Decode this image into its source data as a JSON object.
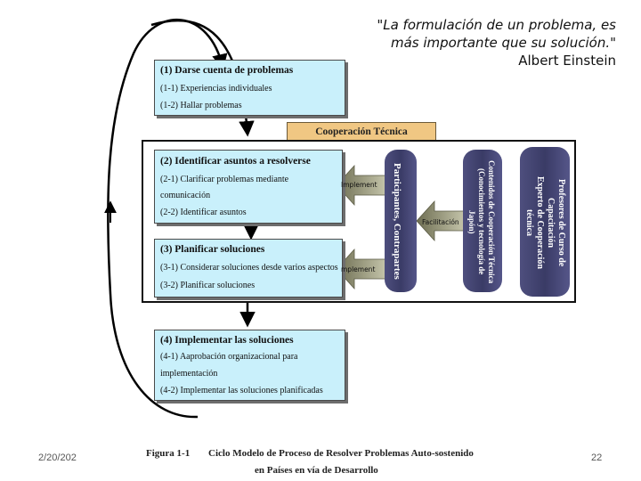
{
  "quote": {
    "line1": "\"La formulación de un problema, es",
    "line2": "más importante que su solución.\"",
    "author": "Albert Einstein"
  },
  "boxes": {
    "b1": {
      "title": "(1) Darse cuenta de problemas",
      "lines": [
        "(1-1) Experiencias individuales",
        "(1-2) Hallar problemas"
      ]
    },
    "b2": {
      "title": "(2) Identificar asuntos a resolverse",
      "lines": [
        "(2-1) Clarificar problemas mediante",
        "comunicación",
        "(2-2) Identificar asuntos"
      ]
    },
    "b3": {
      "title": "(3) Planificar soluciones",
      "lines": [
        "(3-1) Considerar soluciones desde varios aspectos",
        "(3-2) Planificar soluciones"
      ]
    },
    "b4": {
      "title": "(4) Implementar las soluciones",
      "lines": [
        "(4-1) Aaprobación organizacional para",
        "implementación",
        "(4-2) Implementar las soluciones planificadas"
      ]
    }
  },
  "cooperation": {
    "header": "Cooperación Técnica",
    "participants": [
      "Participantes, Contrapartes"
    ],
    "contents": [
      "Contenidos de Cooperación Técnica",
      "(Conocimientos y tecnología de",
      "Japón)"
    ],
    "experts": [
      "Profesores de Curso de",
      "Capacitación",
      "Experto de Cooperación",
      "técnica"
    ],
    "arrow_labels": {
      "implement_upper": "Implement",
      "facilitation": "Facilitación",
      "implement_lower": "mplement"
    }
  },
  "caption": {
    "label": "Figura 1-1",
    "line1": "Ciclo Modelo de Proceso de Resolver Problemas Auto-sostenido",
    "line2": "en Países en vía de Desarrollo"
  },
  "footer": {
    "date": "2/20/202",
    "page": "22"
  },
  "colors": {
    "box_fill": "#c9f0fb",
    "coop_header": "#f0c783",
    "pill": "#3f4070",
    "arrow": "#8a8a6a"
  }
}
